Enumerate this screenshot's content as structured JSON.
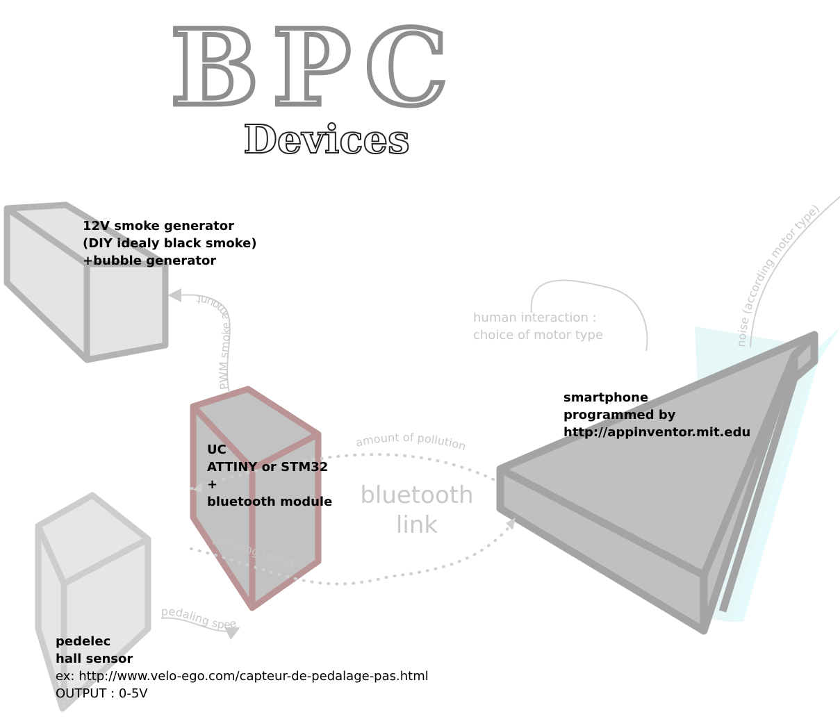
{
  "logo": {
    "line1": "BPC",
    "line2": "Devices"
  },
  "smoke": {
    "lines": [
      "12V smoke generator",
      "(DIY idealy black smoke)",
      "+bubble generator"
    ]
  },
  "uc": {
    "lines": [
      "UC",
      "ATTINY or STM32",
      "+",
      "bluetooth module"
    ]
  },
  "smartphone": {
    "lines": [
      "smartphone",
      "programmed by",
      "http://appinventor.mit.edu"
    ]
  },
  "sensor": {
    "bold_lines": [
      "pedelec",
      "hall sensor"
    ],
    "lines": [
      "ex: http://www.velo-ego.com/capteur-de-pedalage-pas.html",
      "OUTPUT : 0-5V"
    ]
  },
  "human": {
    "lines": [
      "human interaction :",
      "choice of motor type"
    ]
  },
  "bluetooth": {
    "lines": [
      "bluetooth",
      "link"
    ]
  },
  "arrows": {
    "pwm": "PWM smoke amount",
    "pollution": "amount of pollution",
    "pedal_bt": "pedaling speed",
    "pedal_sensor": "pedaling speed",
    "noise": "noise (according motor type)"
  }
}
